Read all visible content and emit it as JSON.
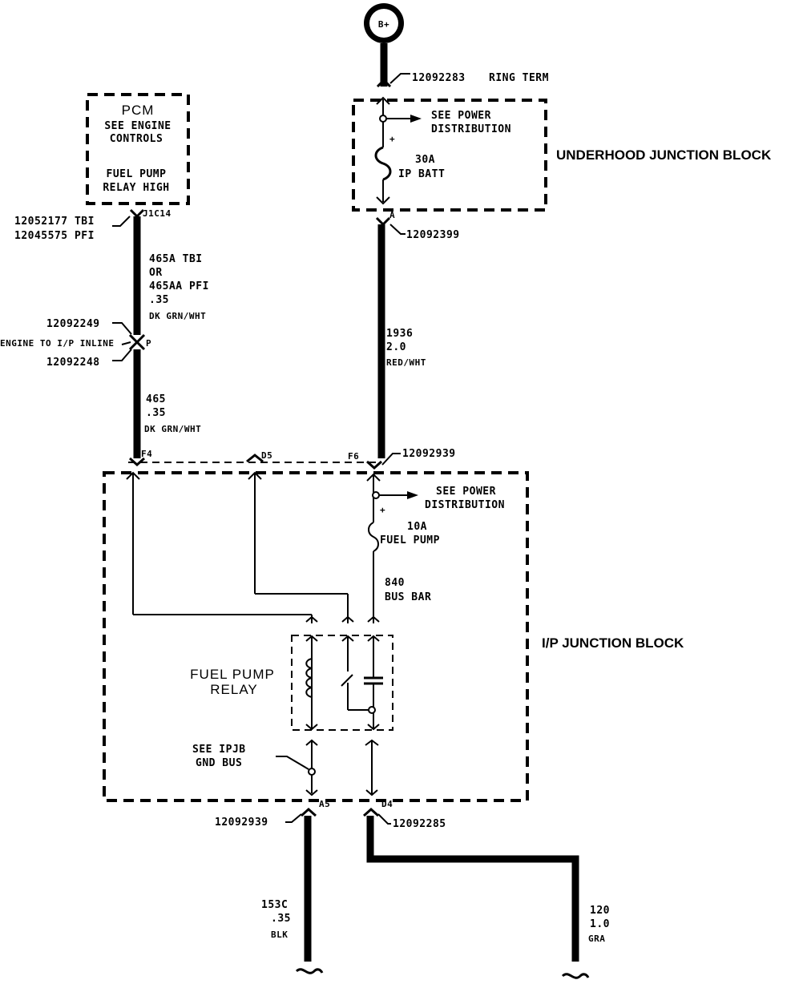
{
  "power": {
    "label": "B+"
  },
  "ring_term": {
    "part": "12092283",
    "label": "RING TERM"
  },
  "underhood_block": {
    "name": "UNDERHOOD JUNCTION BLOCK",
    "see_power": [
      "SEE POWER",
      "DISTRIBUTION"
    ],
    "fuse": [
      "30A",
      "IP BATT"
    ],
    "plus": "+",
    "terminal": "A",
    "connector": "12092399"
  },
  "pcm": {
    "lines": [
      "PCM",
      "SEE ENGINE",
      "CONTROLS",
      "FUEL PUMP",
      "RELAY HIGH"
    ],
    "terminal": "J1C14",
    "connector_tbi": "12052177 TBI",
    "connector_pfi": "12045575 PFI"
  },
  "wire_465a": [
    "465A TBI",
    "OR",
    "465AA PFI",
    ".35",
    "DK GRN/WHT"
  ],
  "inline": {
    "part_top": "12092249",
    "label": "ENGINE TO I/P INLINE",
    "part_bottom": "12092248",
    "pin": "P"
  },
  "wire_465": [
    "465",
    ".35",
    "DK GRN/WHT"
  ],
  "wire_1936": [
    "1936",
    "2.0",
    "RED/WHT"
  ],
  "ip_top_terminals": {
    "f4": "F4",
    "d5": "D5",
    "f6": "F6",
    "connector": "12092939"
  },
  "ip_block": {
    "name": "I/P JUNCTION BLOCK",
    "see_power": [
      "SEE POWER",
      "DISTRIBUTION"
    ],
    "plus": "+",
    "fuse": [
      "10A",
      "FUEL PUMP"
    ],
    "bus_bar": [
      "840",
      "BUS BAR"
    ],
    "relay": [
      "FUEL PUMP",
      "RELAY"
    ],
    "gnd": [
      "SEE IPJB",
      "GND BUS"
    ]
  },
  "ip_bottom": {
    "terminal_a5": "A5",
    "terminal_d4": "D4",
    "connector_a5": "12092939",
    "connector_d4": "12092285"
  },
  "wire_153c": [
    "153C",
    ".35",
    "BLK"
  ],
  "wire_120": [
    "120",
    "1.0",
    "GRA"
  ]
}
